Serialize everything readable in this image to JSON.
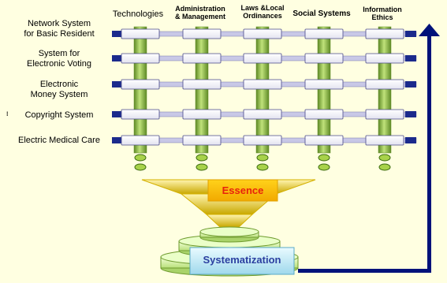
{
  "rows": [
    {
      "line1": "Network System",
      "line2": "for Basic Resident"
    },
    {
      "line1": "System for",
      "line2": "Electronic Voting"
    },
    {
      "line1": "Electronic",
      "line2": "Money System"
    },
    {
      "line1": "Copyright System",
      "line2": ""
    },
    {
      "line1": "Electric Medical Care",
      "line2": ""
    }
  ],
  "columns": [
    {
      "line1": "Technologies",
      "line2": ""
    },
    {
      "line1": "Administration",
      "line2": "& Management"
    },
    {
      "line1": "Laws &Local",
      "line2": "Ordinances"
    },
    {
      "line1": "Social Systems",
      "line2": ""
    },
    {
      "line1": "Information",
      "line2": "Ethics"
    }
  ],
  "essence_label": "Essence",
  "systematization_label": "Systematization",
  "marker_text": "⁝",
  "colors": {
    "background": "#ffffe1",
    "column_green": "#8fb84a",
    "bar_fill": "#ffffff",
    "bar_end": "#1b2a8c",
    "essence_text": "#e8220c",
    "systematization_text": "#2b3fa0",
    "arrow": "#00127a"
  }
}
